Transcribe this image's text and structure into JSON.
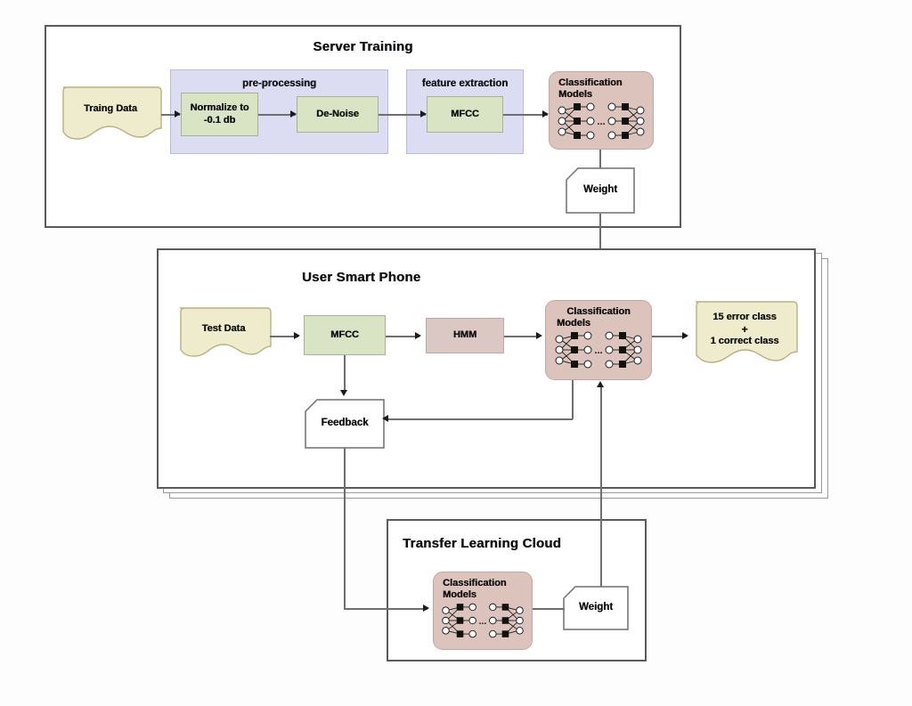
{
  "diagram": {
    "background_color": "#fdfdfd",
    "line_color": "#6f6f6f",
    "panels": [
      {
        "id": "server",
        "title": "Server Training"
      },
      {
        "id": "phone",
        "title": "User Smart Phone"
      },
      {
        "id": "cloud",
        "title": "Transfer Learning Cloud"
      }
    ]
  },
  "server": {
    "title": "Server Training",
    "training_data_label": "Traing Data",
    "preprocessing_label": "pre-processing",
    "normalize_label": "Normalize to\n-0.1 db",
    "normalize_line1": "Normalize to",
    "normalize_line2": "-0.1 db",
    "denoise_label": "De-Noise",
    "feature_extraction_label": "feature extraction",
    "mfcc_label": "MFCC",
    "classification_title_line1": "Classification",
    "classification_title_line2": "Models",
    "weight_label": "Weight",
    "colors": {
      "group_fill": "#dcdcf3",
      "process_fill": "#d9e4c5",
      "document_fill": "#efeccd",
      "model_fill": "#dcc4bd"
    }
  },
  "phone": {
    "title": "User Smart Phone",
    "test_data_label": "Test Data",
    "mfcc_label": "MFCC",
    "hmm_label": "HMM",
    "classification_title_line1": "Classification",
    "classification_title_line2": "Models",
    "feedback_label": "Feedback",
    "output_line1": "15 error class",
    "output_line2": "+",
    "output_line3": "1 correct class",
    "stack_copies": 2,
    "colors": {
      "document_fill": "#efeccd",
      "mfcc_fill": "#d9e4c5",
      "hmm_fill": "#dbc7c3",
      "model_fill": "#dcc4bd"
    }
  },
  "cloud": {
    "title": "Transfer Learning Cloud",
    "classification_title_line1": "Classification",
    "classification_title_line2": "Models",
    "weight_label": "Weight",
    "colors": {
      "model_fill": "#dcc4bd"
    }
  },
  "neural_net": {
    "ellipsis": "...",
    "node_fill": "#ffffff",
    "node_stroke": "#1b1b1b",
    "hidden_fill": "#111111"
  }
}
